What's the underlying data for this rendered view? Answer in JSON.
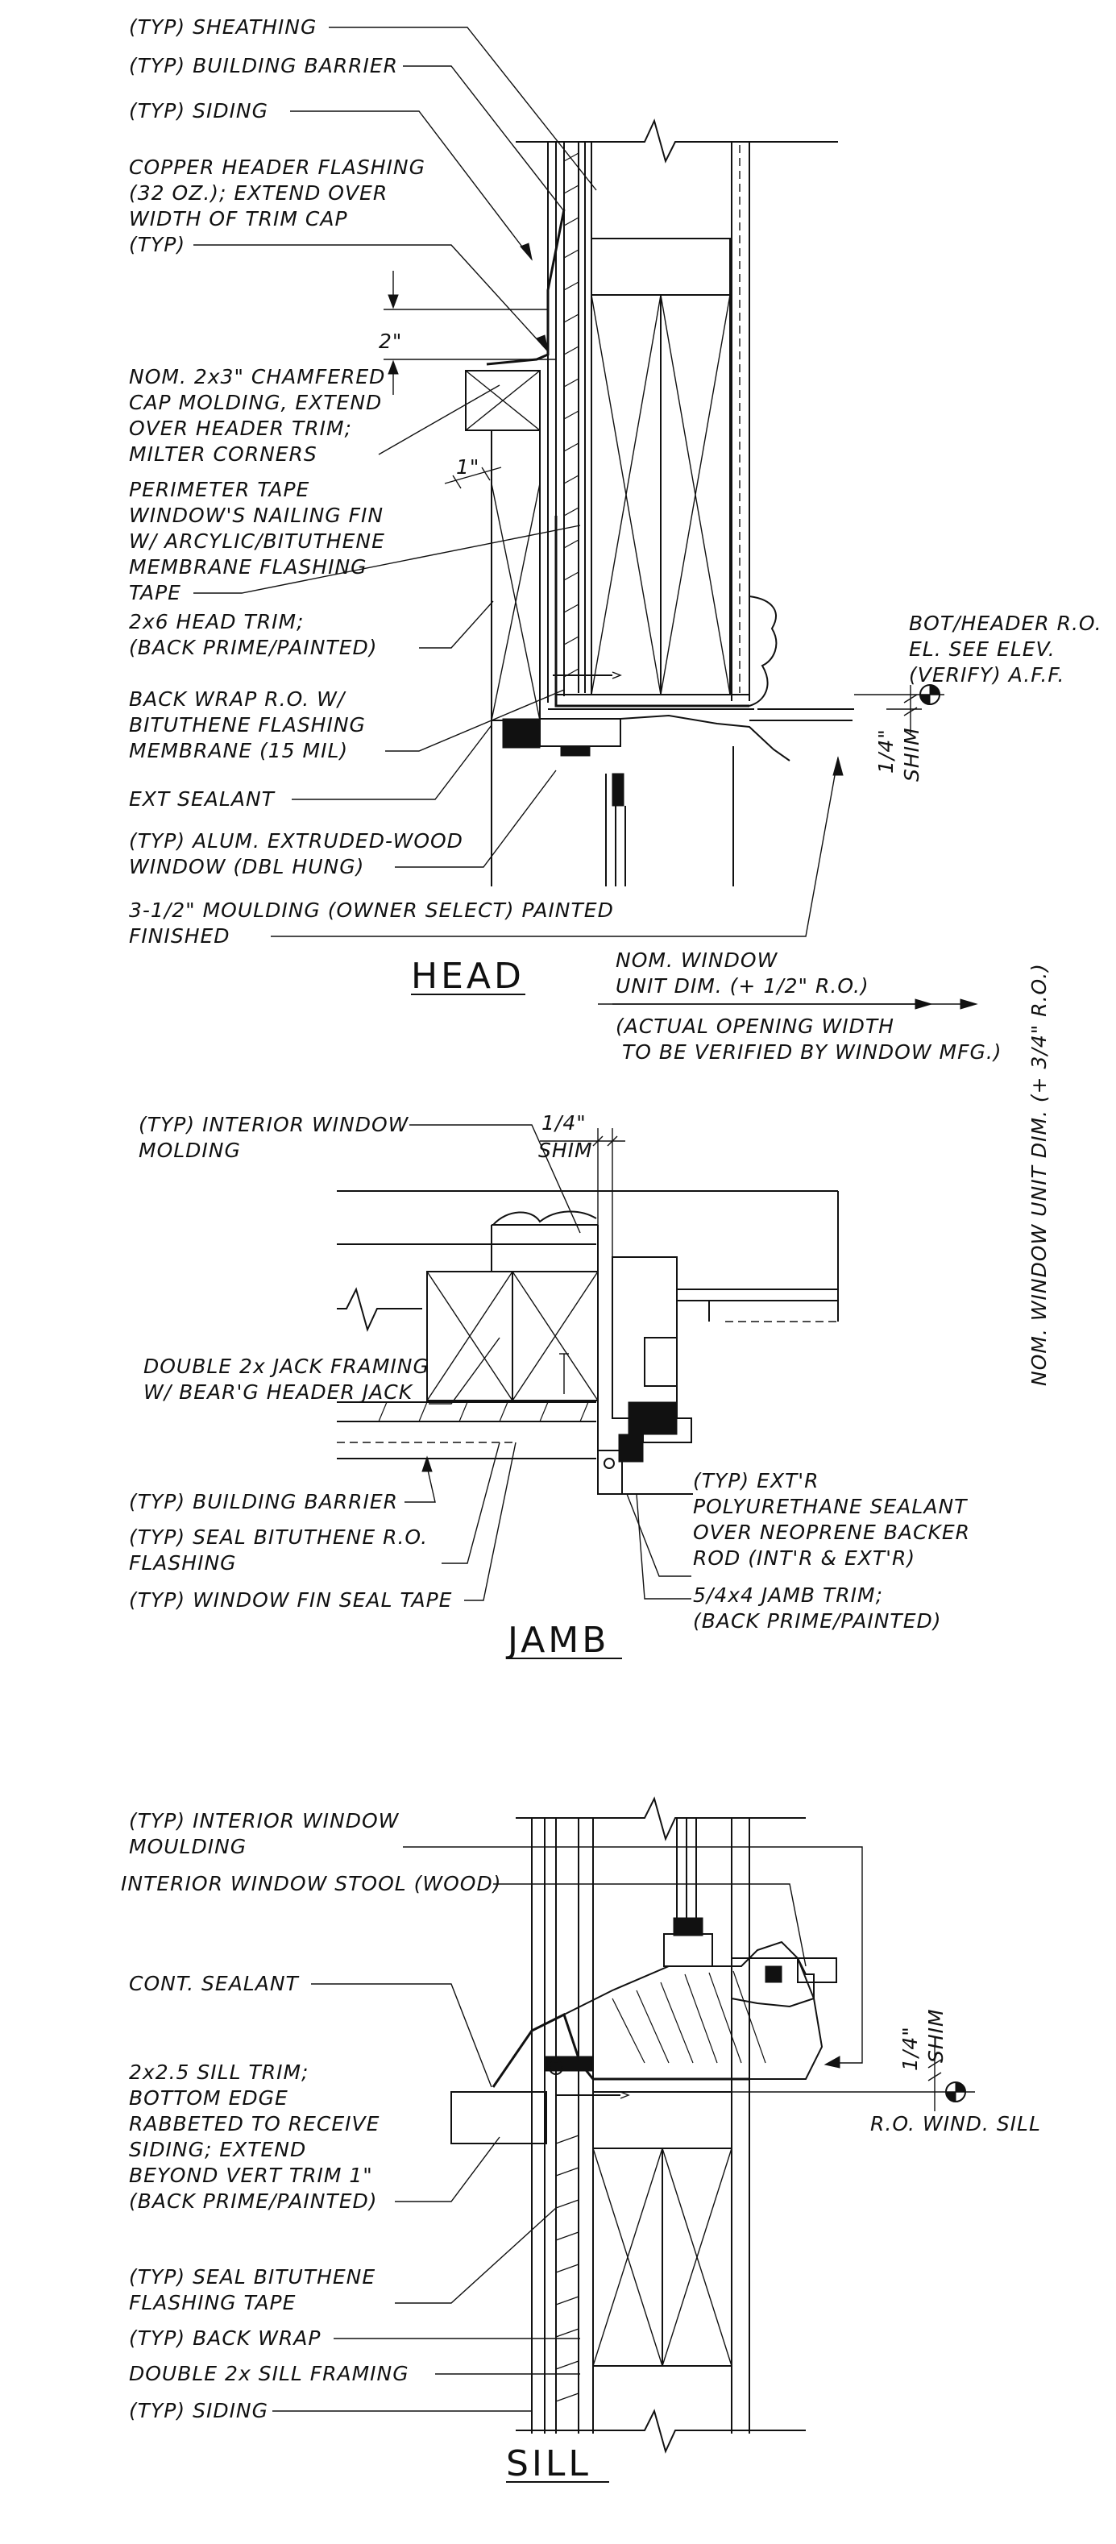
{
  "head": {
    "title": "HEAD",
    "labels": [
      "(TYP) SHEATHING",
      "(TYP) BUILDING BARRIER",
      "(TYP) SIDING",
      "COPPER HEADER FLASHING",
      "(32 OZ.); EXTEND OVER",
      "WIDTH OF TRIM CAP",
      "(TYP)",
      "NOM. 2x3\" CHAMFERED",
      "CAP MOLDING, EXTEND",
      "OVER HEADER TRIM;",
      "MILTER CORNERS",
      "PERIMETER TAPE",
      "WINDOW'S NAILING FIN",
      "W/ ARCYLIC/BITUTHENE",
      "MEMBRANE FLASHING",
      "TAPE",
      "2x6 HEAD TRIM;",
      "(BACK PRIME/PAINTED)",
      "BACK WRAP R.O. W/",
      "BITUTHENE FLASHING",
      "MEMBRANE (15 MIL)",
      "EXT SEALANT",
      "(TYP) ALUM. EXTRUDED-WOOD",
      "WINDOW (DBL HUNG)",
      "3-1/2\" MOULDING (OWNER SELECT) PAINTED",
      "FINISHED"
    ],
    "dim_2": "2\"",
    "dim_1": "1\"",
    "ref_bot_header": [
      "BOT/HEADER R.O.",
      "EL. SEE ELEV.",
      "(VERIFY) A.F.F."
    ],
    "shim": [
      "1/4\"",
      "SHIM"
    ]
  },
  "jamb": {
    "title": "JAMB",
    "nom_window": [
      "NOM. WINDOW",
      "UNIT DIM. (+ 1/2\" R.O.)"
    ],
    "actual_opening": [
      "(ACTUAL OPENING WIDTH",
      "TO BE VERIFIED BY WINDOW MFG.)"
    ],
    "vertical_dim": "NOM. WINDOW UNIT DIM. (+ 3/4\" R.O.)",
    "shim": [
      "1/4\"",
      "SHIM"
    ],
    "labels": [
      "(TYP) INTERIOR WINDOW",
      "MOLDING",
      "DOUBLE 2x JACK FRAMING",
      "W/ BEAR'G HEADER JACK",
      "(TYP) BUILDING BARRIER",
      "(TYP) SEAL BITUTHENE R.O.",
      "FLASHING",
      "(TYP) WINDOW FIN SEAL TAPE",
      "(TYP) EXT'R",
      "POLYURETHANE SEALANT",
      "OVER NEOPRENE BACKER",
      "ROD (INT'R & EXT'R)",
      "5/4x4 JAMB TRIM;",
      "(BACK PRIME/PAINTED)"
    ]
  },
  "sill": {
    "title": "SILL",
    "labels": [
      "(TYP) INTERIOR WINDOW",
      "MOULDING",
      "INTERIOR WINDOW STOOL (WOOD)",
      "CONT. SEALANT",
      "2x2.5 SILL TRIM;",
      "BOTTOM EDGE",
      "RABBETED TO RECEIVE",
      "SIDING; EXTEND",
      "BEYOND VERT TRIM 1\"",
      "(BACK PRIME/PAINTED)",
      "(TYP) SEAL BITUTHENE",
      "FLASHING TAPE",
      "(TYP) BACK WRAP",
      "DOUBLE 2x SILL FRAMING",
      "(TYP) SIDING"
    ],
    "shim": [
      "1/4\"",
      "SHIM"
    ],
    "ref_sill": "R.O. WIND. SILL"
  }
}
